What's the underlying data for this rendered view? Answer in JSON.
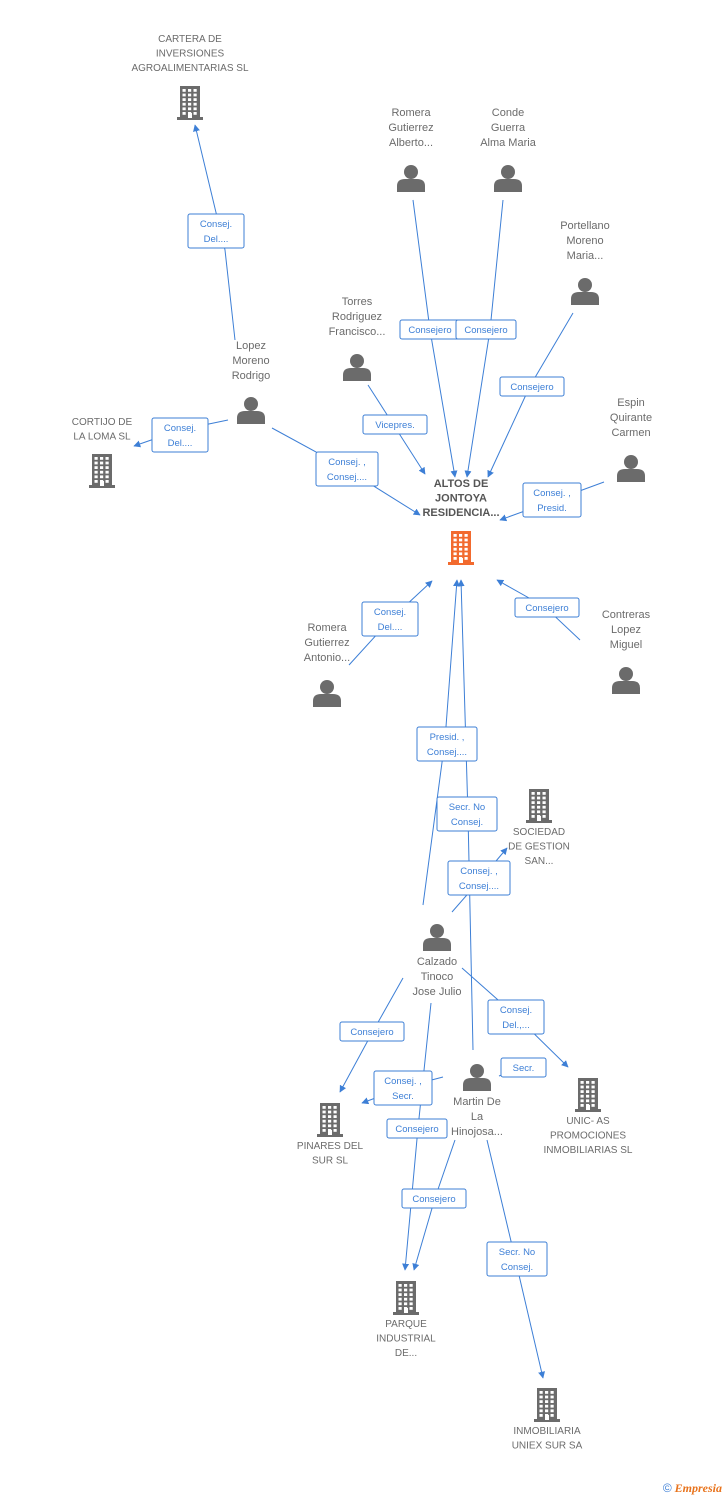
{
  "colors": {
    "link": "#3d7fd6",
    "node": "#6b6b6b",
    "center": "#f26a2e"
  },
  "footer": {
    "copyright": "©",
    "brand": "Empresia"
  },
  "nodes": [
    {
      "id": "center",
      "kind": "company",
      "center": true,
      "label": [
        "ALTOS DE",
        "JONTOYA",
        "RESIDENCIA..."
      ]
    },
    {
      "id": "cartera",
      "kind": "company",
      "label": [
        "CARTERA DE",
        "INVERSIONES",
        "AGROALIMENTARIAS SL"
      ]
    },
    {
      "id": "cortijo",
      "kind": "company",
      "label": [
        "CORTIJO DE",
        "LA LOMA SL"
      ]
    },
    {
      "id": "sociedad",
      "kind": "company",
      "label": [
        "SOCIEDAD",
        "DE GESTION",
        "SAN..."
      ]
    },
    {
      "id": "pinares",
      "kind": "company",
      "label": [
        "PINARES DEL",
        "SUR SL"
      ]
    },
    {
      "id": "unic",
      "kind": "company",
      "label": [
        "UNIC- AS",
        "PROMOCIONES",
        "INMOBILIARIAS SL"
      ]
    },
    {
      "id": "parque",
      "kind": "company",
      "label": [
        "PARQUE",
        "INDUSTRIAL",
        "DE..."
      ]
    },
    {
      "id": "inmobiliaria",
      "kind": "company",
      "label": [
        "INMOBILIARIA",
        "UNIEX SUR SA"
      ]
    },
    {
      "id": "romera_alberto",
      "kind": "person",
      "label": [
        "Romera",
        "Gutierrez",
        "Alberto..."
      ]
    },
    {
      "id": "conde",
      "kind": "person",
      "label": [
        "Conde",
        "Guerra",
        "Alma Maria"
      ]
    },
    {
      "id": "portellano",
      "kind": "person",
      "label": [
        "Portellano",
        "Moreno",
        "Maria..."
      ]
    },
    {
      "id": "torres",
      "kind": "person",
      "label": [
        "Torres",
        "Rodriguez",
        "Francisco..."
      ]
    },
    {
      "id": "lopez",
      "kind": "person",
      "label": [
        "Lopez",
        "Moreno",
        "Rodrigo"
      ]
    },
    {
      "id": "espin",
      "kind": "person",
      "label": [
        "Espin",
        "Quirante",
        "Carmen"
      ]
    },
    {
      "id": "romera_antonio",
      "kind": "person",
      "label": [
        "Romera",
        "Gutierrez",
        "Antonio..."
      ]
    },
    {
      "id": "contreras",
      "kind": "person",
      "label": [
        "Contreras",
        "Lopez",
        "Miguel"
      ]
    },
    {
      "id": "calzado",
      "kind": "person",
      "label": [
        "Calzado",
        "Tinoco",
        "Jose Julio"
      ]
    },
    {
      "id": "martin",
      "kind": "person",
      "label": [
        "Martin De",
        "La",
        "Hinojosa..."
      ]
    }
  ],
  "edges": [
    {
      "id": "e1",
      "label": [
        "Consej.",
        "Del...."
      ]
    },
    {
      "id": "e2",
      "label": [
        "Consej.",
        "Del...."
      ]
    },
    {
      "id": "e3",
      "label": [
        "Consej. ,",
        "Consej...."
      ]
    },
    {
      "id": "e4",
      "label": [
        "Consejero"
      ]
    },
    {
      "id": "e5",
      "label": [
        "Consejero"
      ]
    },
    {
      "id": "e6",
      "label": [
        "Consejero"
      ]
    },
    {
      "id": "e7",
      "label": [
        "Vicepres."
      ]
    },
    {
      "id": "e8",
      "label": [
        "Consej. ,",
        "Presid."
      ]
    },
    {
      "id": "e9",
      "label": [
        "Consej.",
        "Del...."
      ]
    },
    {
      "id": "e10",
      "label": [
        "Consejero"
      ]
    },
    {
      "id": "e11",
      "label": [
        "Presid. ,",
        "Consej...."
      ]
    },
    {
      "id": "e12",
      "label": [
        "Secr.  No",
        "Consej."
      ]
    },
    {
      "id": "e13",
      "label": [
        "Consej. ,",
        "Consej...."
      ]
    },
    {
      "id": "e14",
      "label": [
        "Consejero"
      ]
    },
    {
      "id": "e15",
      "label": [
        "Consej.",
        "Del.,..."
      ]
    },
    {
      "id": "e16",
      "label": [
        "Secr."
      ]
    },
    {
      "id": "e17",
      "label": [
        "Consej. ,",
        "Secr."
      ]
    },
    {
      "id": "e18",
      "label": [
        "Consejero"
      ]
    },
    {
      "id": "e19",
      "label": [
        "Consejero"
      ]
    },
    {
      "id": "e20",
      "label": [
        "Secr.  No",
        "Consej."
      ]
    }
  ]
}
